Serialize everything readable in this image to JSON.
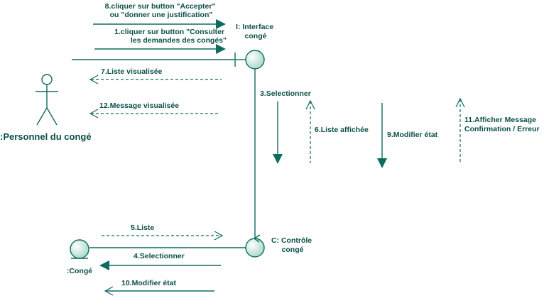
{
  "actor": {
    "label": ":Personnel du congé"
  },
  "interface": {
    "label_line1": "I: Interface",
    "label_line2": "congé"
  },
  "controle": {
    "label_line1": "C: Contrôle",
    "label_line2": "congé"
  },
  "entity": {
    "label": ":Congé"
  },
  "messages": {
    "m8_line1": "8.cliquer sur button \"Accepter\"",
    "m8_line2": "ou \"donner une justification\"",
    "m1_line1": "1.cliquer sur button \"Consulter",
    "m1_line2": "les demandes des congés\"",
    "m7": "7.Liste visualisée",
    "m12": "12.Message visualisée",
    "m3": "3.Selectionner",
    "m6": "6.Liste affichée",
    "m9": "9.Modifier état",
    "m11_line1": "11.Afficher Message",
    "m11_line2": "Confirmation / Erreur",
    "m5": "5.Liste",
    "m4": "4.Selectionner",
    "m10": "10.Modifier état"
  },
  "colors": {
    "line": "#0f6a60",
    "text": "#0b4f4a",
    "object_fill": "#a8d8c8"
  }
}
